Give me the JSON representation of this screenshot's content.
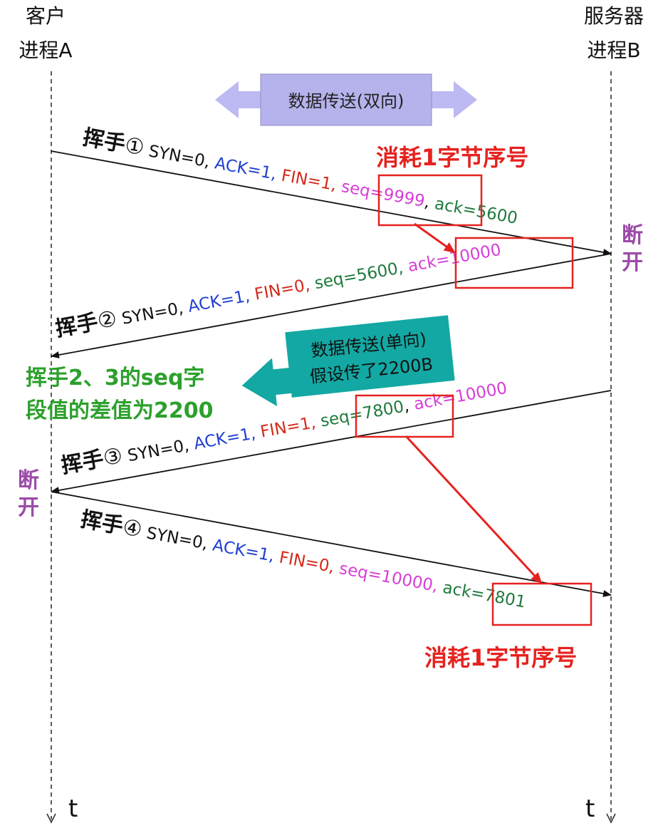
{
  "participants": {
    "client": {
      "line1": "客户",
      "line2": "进程A",
      "time_label": "t"
    },
    "server": {
      "line1": "服务器",
      "line2": "进程B",
      "time_label": "t"
    }
  },
  "transfers": {
    "bidirectional": "数据传送(双向)",
    "unidirectional": [
      "数据传送(单向)",
      "假设传了2200B"
    ]
  },
  "handshakes": [
    {
      "name": "挥手",
      "step": "①",
      "syn": "SYN=0,",
      "ack_flag": "ACK=1,",
      "fin": "FIN=1,",
      "seq": "seq=9999",
      "sep": ",",
      "ack": "ack=5600"
    },
    {
      "name": "挥手",
      "step": "②",
      "syn": "SYN=0,",
      "ack_flag": "ACK=1,",
      "fin": "FIN=0,",
      "seq": "seq=5600,",
      "ack": "ack=10000"
    },
    {
      "name": "挥手",
      "step": "③",
      "syn": "SYN=0,",
      "ack_flag": "ACK=1,",
      "fin": "FIN=1,",
      "seq": "seq=7800",
      "sep": ",",
      "ack": "ack=10000"
    },
    {
      "name": "挥手",
      "step": "④",
      "syn": "SYN=0,",
      "ack_flag": "ACK=1,",
      "fin": "FIN=0,",
      "seq": "seq=10000,",
      "ack": "ack=7801"
    }
  ],
  "annotations": {
    "consume_top": "消耗1字节序号",
    "consume_bottom": "消耗1字节序号",
    "seq_diff": [
      "挥手2、3的seq字",
      "段值的差值为2200"
    ],
    "disconnect_server": [
      "断",
      "开"
    ],
    "disconnect_client": [
      "断",
      "开"
    ]
  },
  "colors": {
    "syn": "#111111",
    "ack_flag": "#1f3fd1",
    "fin": "#d42a1a",
    "green": "#1e7a3c",
    "magenta": "#d63fd6",
    "highlight": "#e5221f",
    "teal": "#13a8a3",
    "lavender": "#b9b6ef"
  }
}
